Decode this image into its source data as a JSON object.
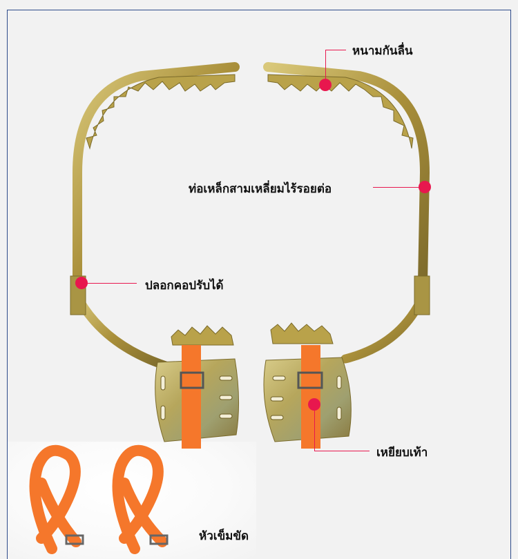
{
  "callouts": {
    "jaw_guard": "หนามกันลื่น",
    "steel_pipe": "ท่อเหล็กสามเหลี่ยมไร้รอยต่อ",
    "adjustable_collar": "ปลอกคอปรับได้",
    "pedal": "เหยียบเท้า",
    "buckle": "หัวเข็มขัด"
  },
  "colors": {
    "accent": "#e8174e",
    "metal": "#b9a24a",
    "strap": "#f5772b",
    "frame_line": "#2d4a8a"
  }
}
